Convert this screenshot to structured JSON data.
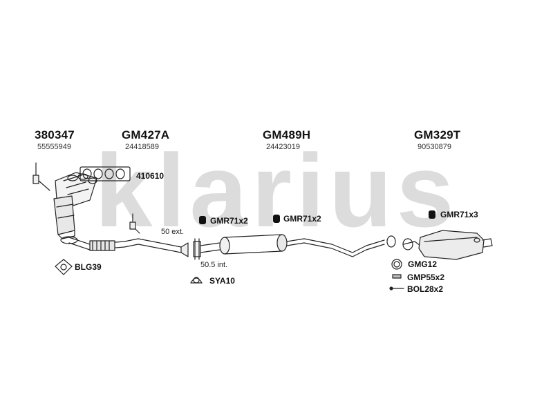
{
  "watermark": "klarius",
  "headers": [
    {
      "code": "380347",
      "ref": "55555949"
    },
    {
      "code": "GM427A",
      "ref": "24418589"
    },
    {
      "code": "GM489H",
      "ref": "24423019"
    },
    {
      "code": "GM329T",
      "ref": "90530879"
    }
  ],
  "parts": {
    "gasket_410610": "410610",
    "mount_a": "GMR71x2",
    "mount_b": "GMR71x2",
    "mount_c": "GMR71x3",
    "blg39": "BLG39",
    "sya10": "SYA10",
    "gmg12": "GMG12",
    "gmp55": "GMP55x2",
    "bol28": "BOL28x2"
  },
  "notes": {
    "ext": "50 ext.",
    "int": "50.5 int."
  },
  "colors": {
    "ink": "#222222",
    "watermark": "#d9d9d9"
  }
}
